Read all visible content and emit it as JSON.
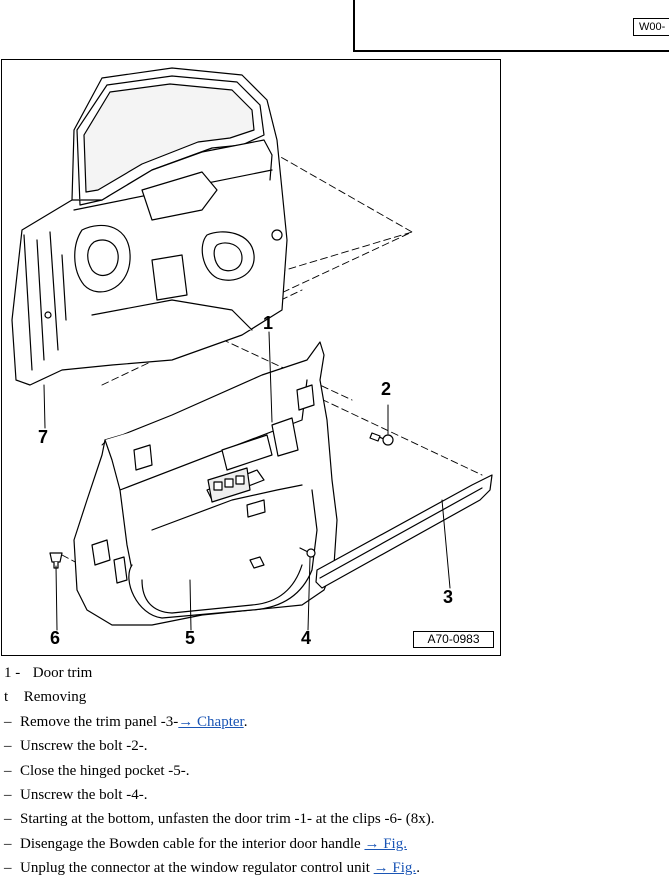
{
  "header": {
    "tag": "W00-"
  },
  "figure": {
    "id_label": "A70-0983",
    "callouts": [
      "1",
      "2",
      "3",
      "4",
      "5",
      "6",
      "7"
    ]
  },
  "legend": {
    "item_number": "1 -",
    "item_title": "Door trim",
    "sub_marker": "t",
    "sub_title": "Removing",
    "steps": [
      {
        "text": "Remove the trim panel -3-",
        "link": "→ Chapter",
        "end": "."
      },
      {
        "text": "Unscrew the bolt -2-.",
        "link": "",
        "end": ""
      },
      {
        "text": "Close the hinged pocket -5-.",
        "link": "",
        "end": ""
      },
      {
        "text": "Unscrew the bolt -4-.",
        "link": "",
        "end": ""
      },
      {
        "text": "Starting at the bottom, unfasten the door trim -1- at the clips -6- (8x).",
        "link": "",
        "end": ""
      },
      {
        "text": "Disengage the Bowden cable for the interior door handle ",
        "link": "→ Fig.",
        "end": ""
      },
      {
        "text": "Unplug the connector at the window regulator control unit ",
        "link": "→ Fig.",
        "end": "."
      }
    ],
    "dash": "–"
  }
}
